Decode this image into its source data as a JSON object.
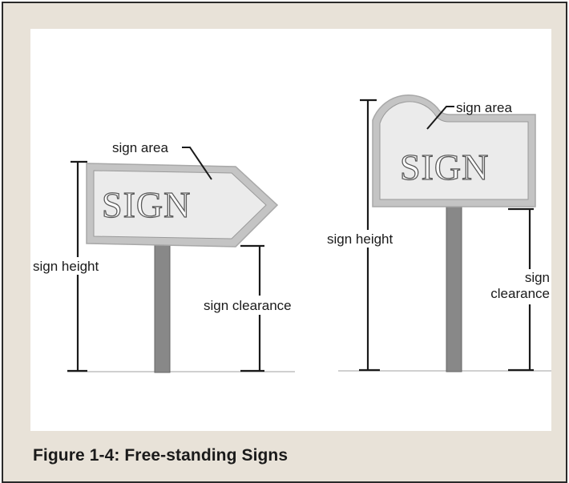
{
  "figure": {
    "caption": "Figure 1-4: Free-standing Signs",
    "colors": {
      "frame_background": "#e8e2d8",
      "frame_border": "#2a2a2a",
      "sign_panel_fill": "#e6e6e6",
      "sign_panel_border": "#b4b4b4",
      "pole": "#888888",
      "dimension_line": "#1a1a1a"
    }
  },
  "left_sign": {
    "area_label": "sign area",
    "sign_text": "SIGN",
    "height_label": "sign height",
    "clearance_label": "sign clearance"
  },
  "right_sign": {
    "area_label": "sign area",
    "sign_text": "SIGN",
    "height_label": "sign height",
    "clearance_label_line1": "sign",
    "clearance_label_line2": "clearance"
  }
}
